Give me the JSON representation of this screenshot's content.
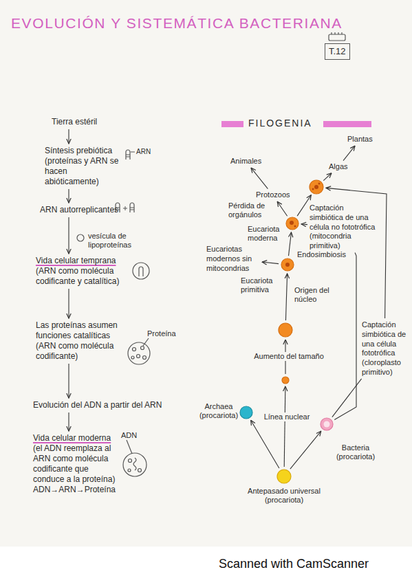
{
  "diagram": {
    "title": "EVOLUCIÓN Y SISTEMÁTICA BACTERIANA",
    "nodes": [
      {
        "text": [
          "T.12"
        ]
      },
      {
        "text": [
          "Tierra estéril"
        ]
      },
      {
        "text": [
          "Síntesis prebiótica (proteínas y ARN se hacen abióticamente)"
        ]
      },
      {
        "text": [
          "ARN autorreplicantes"
        ]
      },
      {
        "text": [
          "Vida celular temprana",
          "(ARN como molécula codificante y catalítica)"
        ]
      },
      {
        "text": [
          "Las proteínas asumen funciones catalíticas (ARN como molécula codificante)"
        ]
      },
      {
        "text": [
          "Evolución del ADN a partir del ARN"
        ]
      },
      {
        "text": [
          "Vida celular moderna",
          "(el ADN reemplaza al ARN como molécula codificante que conduce a la proteína) ADN→ARN→Proteína"
        ]
      },
      {
        "text": [
          "Antepasado universal (procariota)"
        ]
      },
      {
        "text": [
          "Archaea (procariota)"
        ]
      },
      {
        "text": [
          "Bacteria (procariota)"
        ]
      },
      {
        "text": []
      },
      {
        "text": []
      },
      {
        "text": [
          "Eucariota primitiva"
        ]
      },
      {
        "text": [
          "Eucariota moderna"
        ]
      },
      {
        "text": []
      },
      {
        "text": [
          "Animales"
        ]
      },
      {
        "text": [
          "Protozoos"
        ]
      },
      {
        "text": [
          "Plantas"
        ]
      },
      {
        "text": [
          "Algas"
        ]
      },
      {
        "text": [
          "Eucariotas modernos sin mitocondrias"
        ]
      },
      {
        "text": [
          "Captación simbiótica de una célula no fototrófica (mitocondria primitiva)"
        ]
      },
      {
        "text": [
          "Captación simbiótica de una célula fototrófica (cloroplasto primitivo)"
        ]
      }
    ],
    "edges": [
      {
        "from": 1,
        "to": 2,
        "arrow": "to"
      },
      {
        "from": 2,
        "to": 3,
        "arrow": "to"
      },
      {
        "from": 3,
        "to": 4,
        "arrow": "to"
      },
      {
        "from": 4,
        "to": 5,
        "arrow": "to"
      },
      {
        "from": 5,
        "to": 6,
        "arrow": "to"
      },
      {
        "from": 6,
        "to": 7,
        "arrow": "to"
      },
      {
        "from": 8,
        "to": 9,
        "arrow": "to"
      },
      {
        "from": 8,
        "to": 10,
        "arrow": "to"
      },
      {
        "from": 8,
        "to": 11,
        "label": "Línea nuclear",
        "arrow": "to"
      },
      {
        "from": 11,
        "to": 12,
        "label": "Aumento del tamaño",
        "arrow": "to"
      },
      {
        "from": 12,
        "to": 13,
        "label": "Origen del núcleo",
        "arrow": "to"
      },
      {
        "from": 13,
        "to": 20,
        "arrow": "to"
      },
      {
        "from": 13,
        "to": 14,
        "label": "Endosimbiosis",
        "arrow": "to"
      },
      {
        "from": 14,
        "to": 17,
        "label": "Pérdida de orgánulos",
        "arrow": "to"
      },
      {
        "from": 17,
        "to": 16,
        "arrow": "to"
      },
      {
        "from": 14,
        "to": 15,
        "arrow": "to"
      },
      {
        "from": 15,
        "to": 19,
        "arrow": "to"
      },
      {
        "from": 19,
        "to": 18,
        "arrow": "to"
      },
      {
        "from": 10,
        "to": 21,
        "arrow": "none"
      },
      {
        "from": 21,
        "to": 14,
        "arrow": "to"
      },
      {
        "from": 10,
        "to": 22,
        "arrow": "none"
      },
      {
        "from": 22,
        "to": 15,
        "arrow": "to"
      }
    ],
    "labels": [
      "ARN",
      "vesícula de lipoproteínas",
      "Proteína",
      "ADN",
      "FILOGENIA",
      "Scanned with CamScanner"
    ]
  }
}
